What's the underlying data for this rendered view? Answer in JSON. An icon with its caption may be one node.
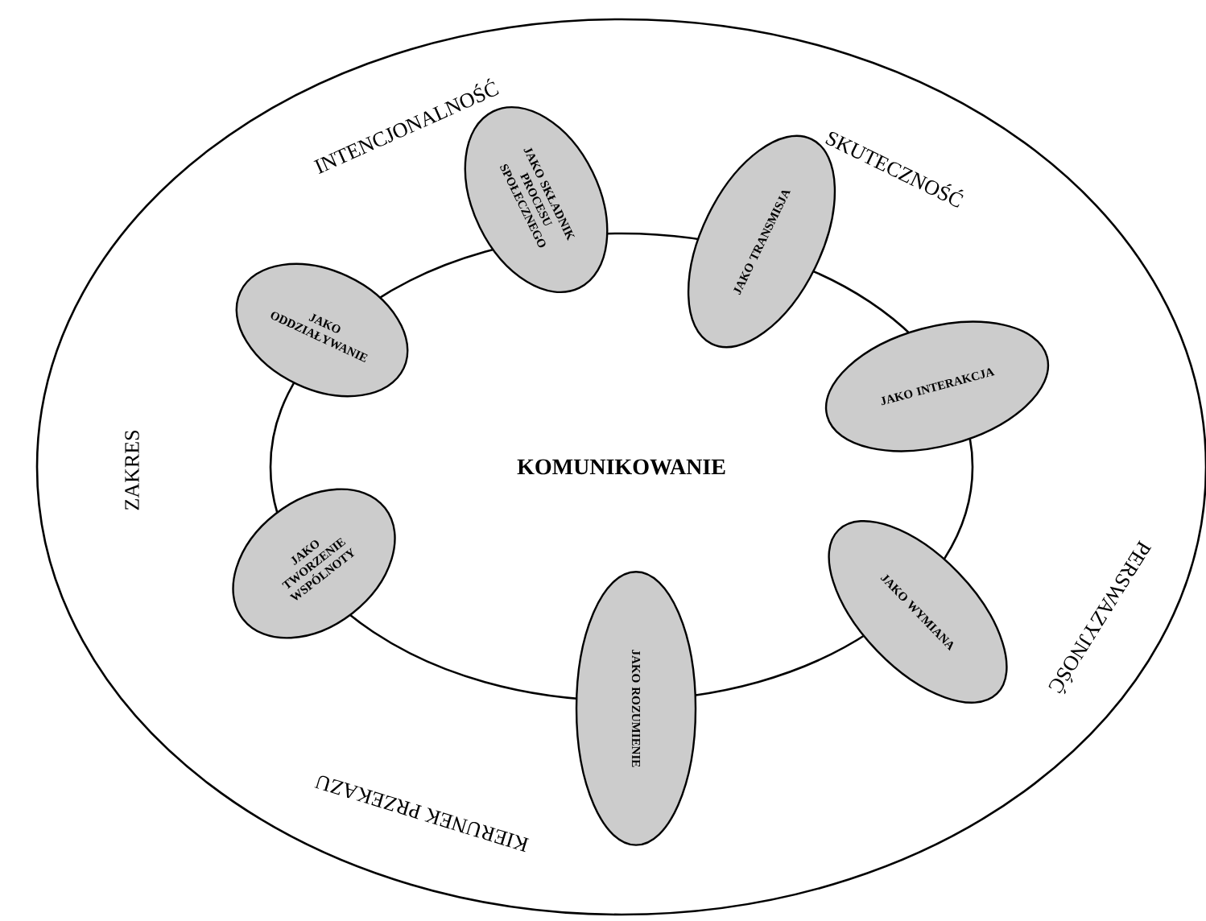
{
  "diagram": {
    "nodes": [
      {
        "text": [
          "INTENCJONALNOŚĆ",
          "SKUTECZNOŚĆ",
          "PERSWAZYJNOŚĆ",
          "KIERUNEK PRZEKAZU",
          "ZAKRES"
        ]
      },
      {
        "text": [
          "KOMUNIKOWANIE"
        ],
        "in": 0
      },
      {
        "text": [
          "JAKO SKŁADNIK PROCESU SPOŁECZNEGO"
        ],
        "in": 0
      },
      {
        "text": [
          "JAKO ODDZIAŁYWANIE"
        ],
        "in": 0
      },
      {
        "text": [
          "JAKO TRANSMISJA"
        ],
        "in": 0
      },
      {
        "text": [
          "JAKO INTERAKCJA"
        ],
        "in": 0
      },
      {
        "text": [
          "JAKO WYMIANA"
        ],
        "in": 0
      },
      {
        "text": [
          "JAKO ROZUMIENIE"
        ],
        "in": 0
      },
      {
        "text": [
          "JAKO TWORZENIE WSPÓLNOTY"
        ],
        "in": 0
      }
    ]
  }
}
